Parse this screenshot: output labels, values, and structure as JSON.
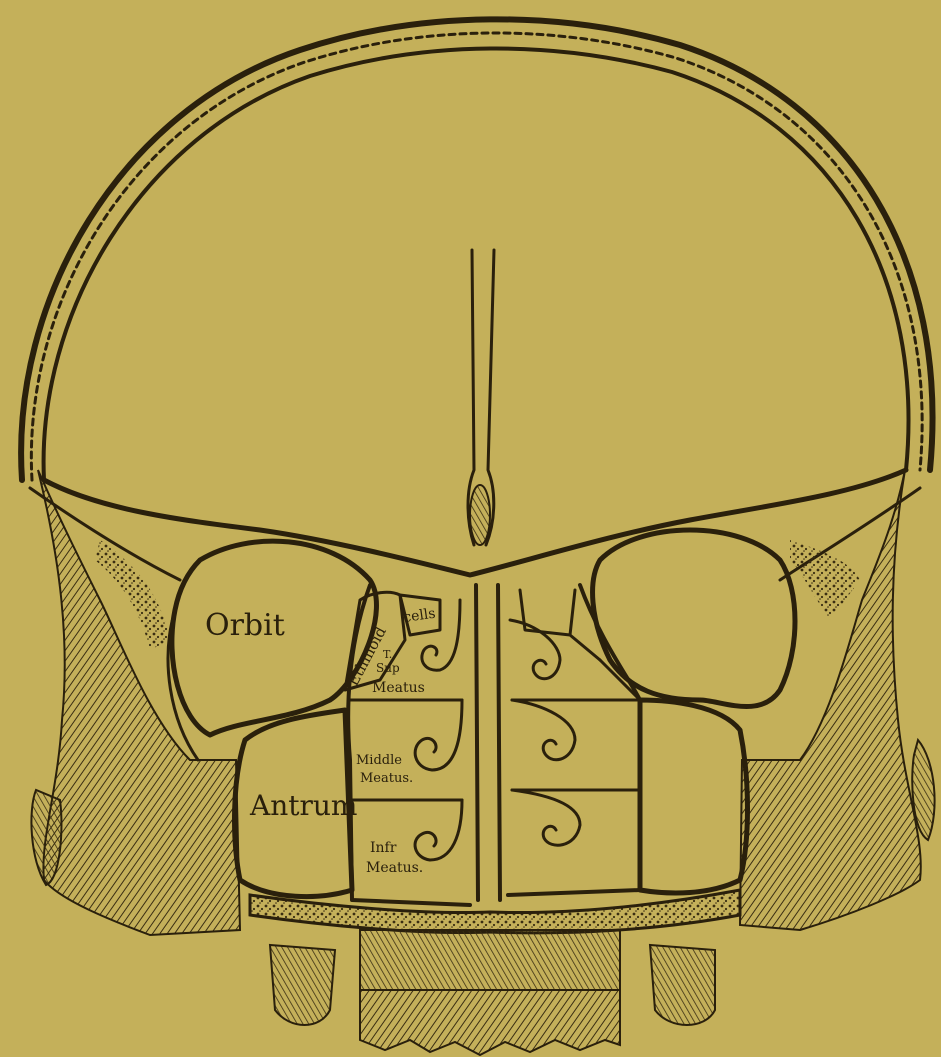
{
  "figure": {
    "labels": {
      "orbit": "Orbit",
      "antrum": "Antrum",
      "ethmoid": "Ethmoid",
      "cells": "cells",
      "sup_t": "T.",
      "sup_abbr": "Sup",
      "sup_meatus": "Meatus",
      "middle": "Middle",
      "middle_meatus": "Meatus.",
      "inf_abbr": "Infr",
      "inf_meatus": "Meatus."
    },
    "colors": {
      "paper": "#c4b05a",
      "ink": "#2a200c",
      "shade": "#7a6a2c"
    }
  }
}
